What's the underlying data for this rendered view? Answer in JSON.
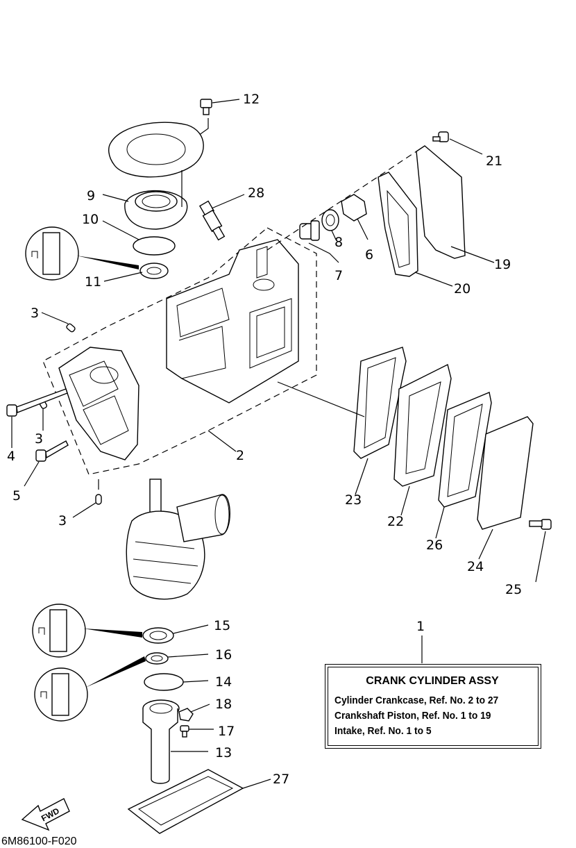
{
  "callouts": [
    "1",
    "2",
    "3",
    "4",
    "5",
    "6",
    "7",
    "8",
    "9",
    "10",
    "11",
    "12",
    "13",
    "14",
    "15",
    "16",
    "17",
    "18",
    "19",
    "20",
    "21",
    "22",
    "23",
    "24",
    "25",
    "26",
    "27",
    "28"
  ],
  "info_box": {
    "title": "CRANK CYLINDER ASSY",
    "lines": [
      "Cylinder Crankcase,  Ref. No. 2 to 27",
      "Crankshaft Piston,  Ref. No. 1 to 19",
      "Intake,  Ref. No. 1 to 5"
    ]
  },
  "fwd_arrow_label": "FWD",
  "document_code": "6M86100-F020",
  "icons": [
    "grease-tube-icon",
    "fwd-arrow-icon"
  ]
}
